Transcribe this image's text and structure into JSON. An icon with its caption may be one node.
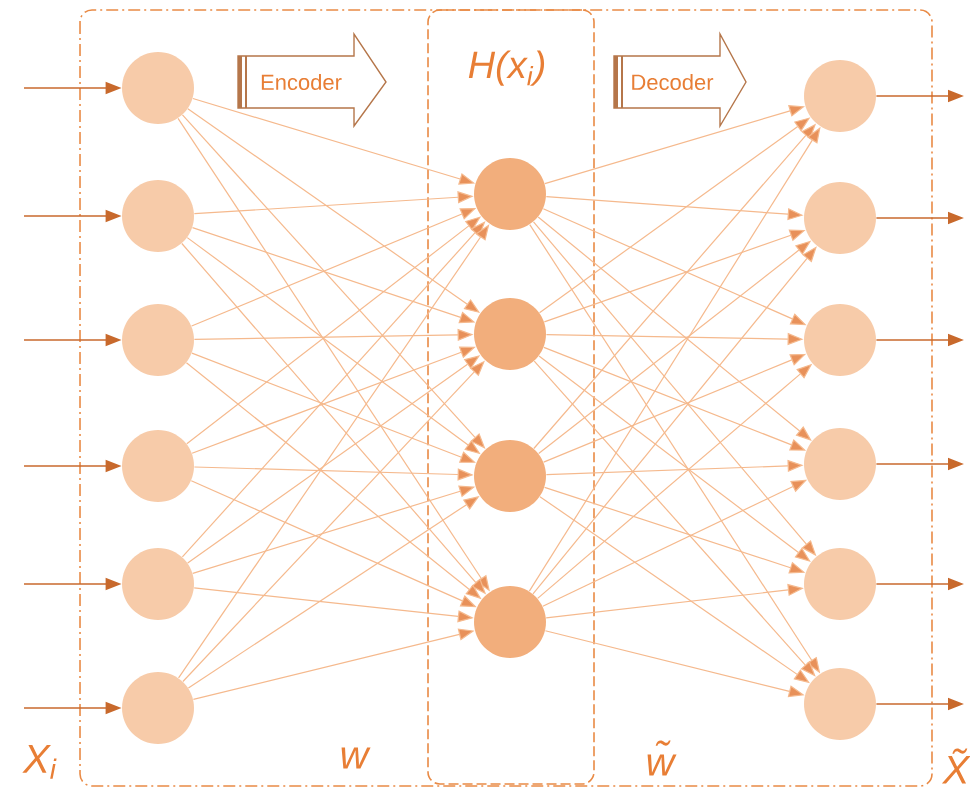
{
  "diagram": {
    "nodes": [
      {
        "text": [],
        "shape": "circle"
      },
      {
        "text": [],
        "shape": "circle"
      },
      {
        "text": [],
        "shape": "circle"
      },
      {
        "text": [],
        "shape": "circle"
      },
      {
        "text": [],
        "shape": "circle"
      },
      {
        "text": [],
        "shape": "circle"
      },
      {
        "text": [
          "Encoder"
        ]
      },
      {
        "text": [
          "H(x$_{i}$)"
        ]
      },
      {
        "text": [],
        "shape": "circle",
        "in": 7
      },
      {
        "text": [],
        "shape": "circle",
        "in": 7
      },
      {
        "text": [],
        "shape": "circle",
        "in": 7
      },
      {
        "text": [],
        "shape": "circle",
        "in": 7
      },
      {
        "text": [
          "Decoder"
        ]
      },
      {
        "text": [],
        "shape": "circle"
      },
      {
        "text": [],
        "shape": "circle"
      },
      {
        "text": [],
        "shape": "circle"
      },
      {
        "text": [],
        "shape": "circle"
      },
      {
        "text": [],
        "shape": "circle"
      },
      {
        "text": [],
        "shape": "circle"
      }
    ],
    "edges": [
      {
        "from": null,
        "to": 0,
        "arrow": "to",
        "color": "#c8692c"
      },
      {
        "from": null,
        "to": 1,
        "arrow": "to",
        "color": "#c8692c"
      },
      {
        "from": null,
        "to": 2,
        "arrow": "to",
        "color": "#c8692c"
      },
      {
        "from": null,
        "to": 3,
        "arrow": "to",
        "color": "#c8692c"
      },
      {
        "from": null,
        "to": 4,
        "arrow": "to",
        "color": "#c8692c"
      },
      {
        "from": null,
        "to": 5,
        "arrow": "to",
        "color": "#c8692c"
      },
      {
        "from": 0,
        "to": 8,
        "arrow": "to"
      },
      {
        "from": 0,
        "to": 9,
        "arrow": "to"
      },
      {
        "from": 0,
        "to": 10,
        "arrow": "to"
      },
      {
        "from": 0,
        "to": 11,
        "arrow": "to"
      },
      {
        "from": 1,
        "to": 8,
        "arrow": "to"
      },
      {
        "from": 1,
        "to": 9,
        "arrow": "to"
      },
      {
        "from": 1,
        "to": 10,
        "arrow": "to"
      },
      {
        "from": 1,
        "to": 11,
        "arrow": "to"
      },
      {
        "from": 2,
        "to": 8,
        "arrow": "to"
      },
      {
        "from": 2,
        "to": 9,
        "arrow": "to"
      },
      {
        "from": 2,
        "to": 10,
        "arrow": "to"
      },
      {
        "from": 2,
        "to": 11,
        "arrow": "to"
      },
      {
        "from": 3,
        "to": 8,
        "arrow": "to"
      },
      {
        "from": 3,
        "to": 9,
        "arrow": "to"
      },
      {
        "from": 3,
        "to": 10,
        "arrow": "to"
      },
      {
        "from": 3,
        "to": 11,
        "arrow": "to"
      },
      {
        "from": 4,
        "to": 8,
        "arrow": "to"
      },
      {
        "from": 4,
        "to": 9,
        "arrow": "to"
      },
      {
        "from": 4,
        "to": 10,
        "arrow": "to"
      },
      {
        "from": 4,
        "to": 11,
        "arrow": "to"
      },
      {
        "from": 5,
        "to": 8,
        "arrow": "to"
      },
      {
        "from": 5,
        "to": 9,
        "arrow": "to"
      },
      {
        "from": 5,
        "to": 10,
        "arrow": "to"
      },
      {
        "from": 5,
        "to": 11,
        "arrow": "to"
      },
      {
        "from": 8,
        "to": 13,
        "arrow": "to"
      },
      {
        "from": 8,
        "to": 14,
        "arrow": "to"
      },
      {
        "from": 8,
        "to": 15,
        "arrow": "to"
      },
      {
        "from": 8,
        "to": 16,
        "arrow": "to"
      },
      {
        "from": 8,
        "to": 17,
        "arrow": "to"
      },
      {
        "from": 8,
        "to": 18,
        "arrow": "to"
      },
      {
        "from": 9,
        "to": 13,
        "arrow": "to"
      },
      {
        "from": 9,
        "to": 14,
        "arrow": "to"
      },
      {
        "from": 9,
        "to": 15,
        "arrow": "to"
      },
      {
        "from": 9,
        "to": 16,
        "arrow": "to"
      },
      {
        "from": 9,
        "to": 17,
        "arrow": "to"
      },
      {
        "from": 9,
        "to": 18,
        "arrow": "to"
      },
      {
        "from": 10,
        "to": 13,
        "arrow": "to"
      },
      {
        "from": 10,
        "to": 14,
        "arrow": "to"
      },
      {
        "from": 10,
        "to": 15,
        "arrow": "to"
      },
      {
        "from": 10,
        "to": 16,
        "arrow": "to"
      },
      {
        "from": 10,
        "to": 17,
        "arrow": "to"
      },
      {
        "from": 10,
        "to": 18,
        "arrow": "to"
      },
      {
        "from": 11,
        "to": 13,
        "arrow": "to"
      },
      {
        "from": 11,
        "to": 14,
        "arrow": "to"
      },
      {
        "from": 11,
        "to": 15,
        "arrow": "to"
      },
      {
        "from": 11,
        "to": 16,
        "arrow": "to"
      },
      {
        "from": 11,
        "to": 17,
        "arrow": "to"
      },
      {
        "from": 11,
        "to": 18,
        "arrow": "to"
      },
      {
        "from": 13,
        "to": null,
        "arrow": "to",
        "color": "#c8692c"
      },
      {
        "from": 14,
        "to": null,
        "arrow": "to",
        "color": "#c8692c"
      },
      {
        "from": 15,
        "to": null,
        "arrow": "to",
        "color": "#c8692c"
      },
      {
        "from": 16,
        "to": null,
        "arrow": "to",
        "color": "#c8692c"
      },
      {
        "from": 17,
        "to": null,
        "arrow": "to",
        "color": "#c8692c"
      },
      {
        "from": 18,
        "to": null,
        "arrow": "to",
        "color": "#c8692c"
      }
    ],
    "labels": [
      "X$_{i}$",
      "w",
      "w̃",
      "X̃"
    ]
  }
}
